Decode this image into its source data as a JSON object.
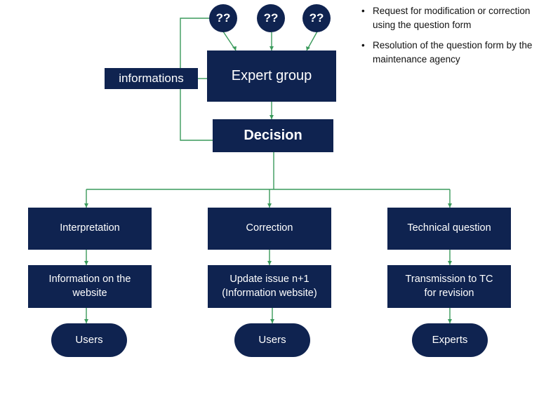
{
  "colors": {
    "box_fill": "#0f2350",
    "line": "#3a9a5b",
    "text_dark": "#111111"
  },
  "question_marks": [
    "??",
    "??",
    "??"
  ],
  "informations_label": "informations",
  "expert_group_label": "Expert group",
  "decision_label": "Decision",
  "branches": [
    {
      "category": "Interpretation",
      "action": "Information on the website",
      "audience": "Users"
    },
    {
      "category": "Correction",
      "action": "Update issue n+1 (Information website)",
      "audience": "Users"
    },
    {
      "category": "Technical question",
      "action": "Transmission to TC for revision",
      "audience": "Experts"
    }
  ],
  "bullets": [
    "Request for modification or correction using the question form",
    "Resolution of the question form by the maintenance agency"
  ]
}
